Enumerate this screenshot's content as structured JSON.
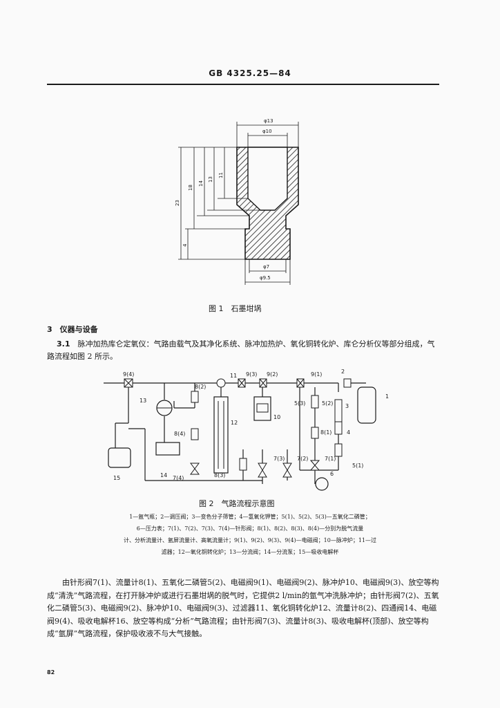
{
  "header": {
    "code": "GB 4325.25—84"
  },
  "figure1": {
    "caption": "图 1　石墨坩埚",
    "dims": {
      "phi13": "φ13",
      "phi10": "φ10",
      "phi7": "φ7",
      "phi9_5": "φ9.5",
      "d23": "23",
      "d18": "18",
      "d14": "14",
      "d13": "13",
      "d11": "11",
      "d4": "4"
    }
  },
  "section3": {
    "heading": "3　仪器与设备"
  },
  "para31": {
    "number": "3.1",
    "text": "脉冲加热库仑定氧仪：气路由载气及其净化系统、脉冲加热炉、氧化铜转化炉、库仑分析仪等部分组成，气路流程如图 2 所示。"
  },
  "figure2": {
    "caption": "图 2　气路流程示意图",
    "labels": {
      "v94": "9(4)",
      "v93": "9(3)",
      "v92": "9(2)",
      "v91": "9(1)",
      "f82": "8(2)",
      "f84": "8(4)",
      "f81": "8(1)",
      "f83": "8(3)",
      "n11": "11",
      "n12": "12",
      "n13": "13",
      "n14": "14",
      "n15": "15",
      "n10": "10",
      "n1": "1",
      "n2": "2",
      "n3": "3",
      "n4": "4",
      "n6": "6",
      "c53": "5(3)",
      "c52": "5(2)",
      "c51": "5(1)",
      "v73": "7(3)",
      "v72": "7(2)",
      "v71": "7(1)",
      "v74": "7(4)"
    },
    "legend": [
      "1—氩气瓶；2—调压阀；3—变色分子筛管；4—氢氧化钾管；5(1)、5(2)、5(3)—五氧化二磷管；",
      "6—压力表；7(1)、7(2)、7(3)、7(4)—针形阀；8(1)、8(2)、8(3)、8(4)—分别为脱气流量",
      "计、分析流量计、氩屏流量计、高氧流量计；9(1)、9(2)、9(3)、9(4)—电磁阀；10—脉冲炉；11—过",
      "滤器；12—氧化铜转化炉；13—分流阀；14—分流泵；15—吸收电解杯"
    ]
  },
  "body_paragraph": "由针形阀7(1)、流量计8(1)、五氧化二磷管5(2)、电磁阀9(1)、电磁阀9(2)、脉冲炉10、电磁阀9(3)、放空等构成“清洗”气路流程，在打开脉冲炉或进行石墨坩埚的脱气时，它提供2 l/min的氩气冲洗脉冲炉；由针形阀7(2)、五氧化二磷管5(3)、电磁阀9(2)、脉冲炉10、电磁阀9(3)、过滤器11、氧化铜转化炉12、流量计8(2)、四通阀14、电磁阀9(4)、吸收电解杯16、放空等构成“分析”气路流程；由针形阀7(3)、流量计8(3)、吸收电解杯(顶部)、放空等构成“氩屏”气路流程，保护吸收液不与大气接触。",
  "page_number": "82"
}
